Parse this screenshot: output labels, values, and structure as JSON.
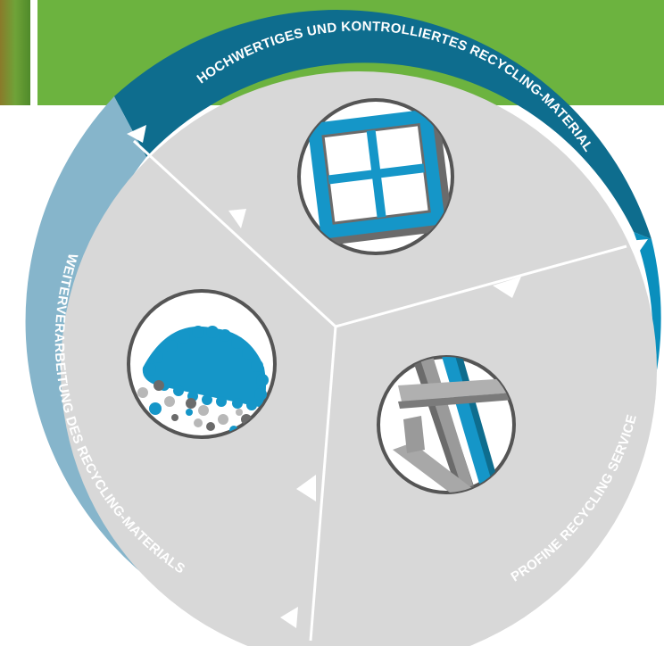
{
  "segments": {
    "top": {
      "label": "HOCHWERTIGES UND KONTROLLIERTES RECYCLING-MATERIAL"
    },
    "right": {
      "label": "PROFINE RECYCLING SERVICE"
    },
    "left": {
      "label": "WEITERVERARBEITUNG DES RECYCLING-MATERIALS"
    }
  },
  "colors": {
    "banner_green": "#6cb33f",
    "banner_green_dark": "#4f8a2a",
    "ring_top": "#0e6d8e",
    "ring_right": "#0a8fbd",
    "ring_left": "#86b5cb",
    "sector_fill": "#d8d8d8",
    "icon_blue": "#1596c8",
    "icon_gray": "#8f8f8f"
  },
  "icons": {
    "top": "window-frame-icon",
    "right": "window-profile-icon",
    "left": "recycling-granulate-icon"
  }
}
